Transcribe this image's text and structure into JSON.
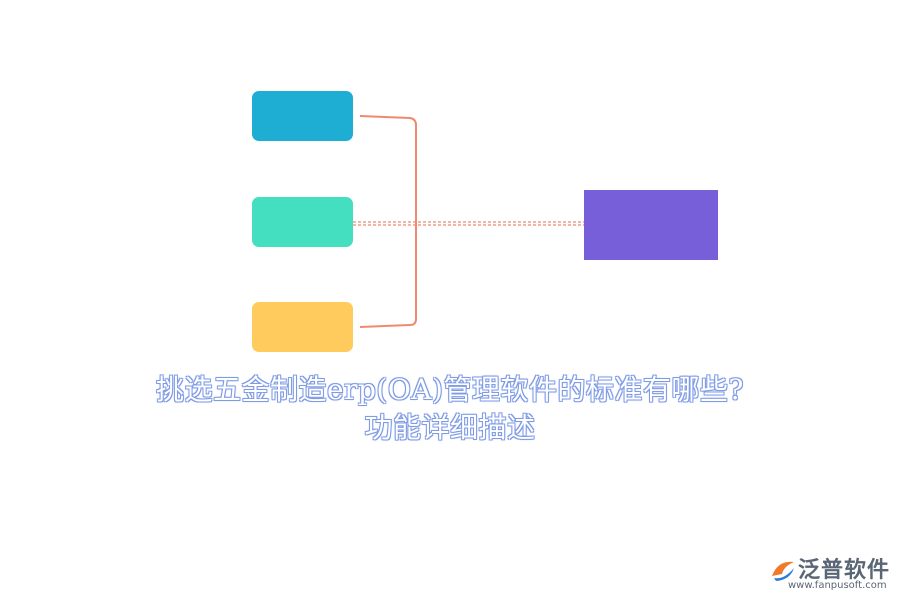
{
  "diagram": {
    "nodes": [
      {
        "id": "blue",
        "color": "#1eadd3"
      },
      {
        "id": "teal",
        "color": "#44dfc0"
      },
      {
        "id": "yellow",
        "color": "#fecb5c"
      },
      {
        "id": "target",
        "color": "#765fd8"
      }
    ],
    "connector_color": "#f08a6f"
  },
  "title": {
    "line1": "挑选五金制造erp(OA)管理软件的标准有哪些?",
    "line2": "功能详细描述"
  },
  "logo": {
    "name": "泛普软件",
    "url": "www.fanpusoft.com"
  }
}
